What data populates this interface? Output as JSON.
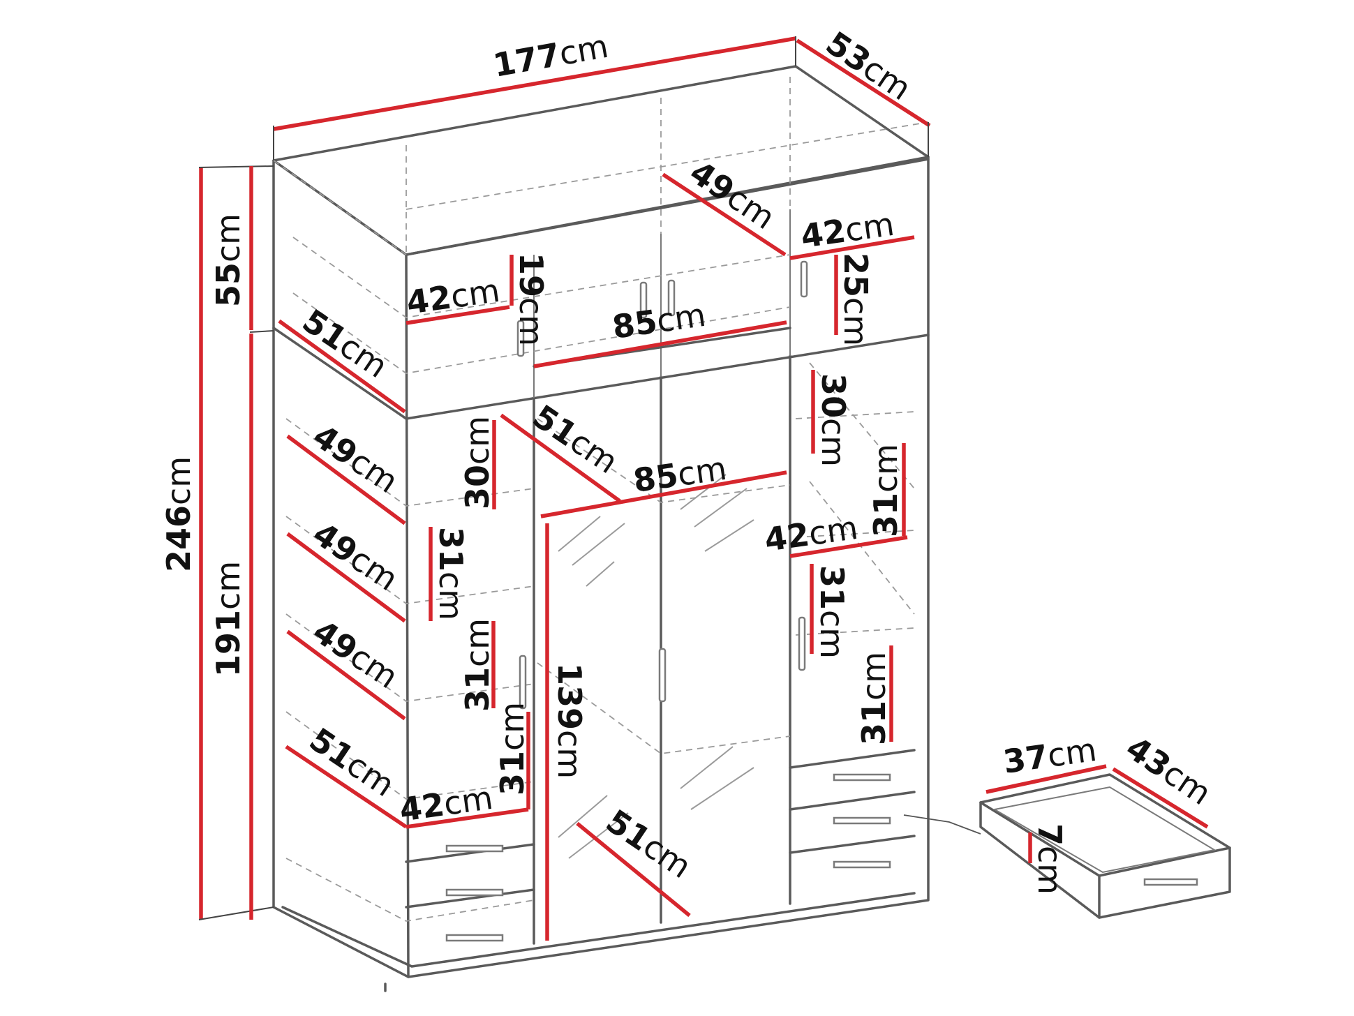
{
  "dimensions": {
    "total_width": {
      "value": "177",
      "unit": "cm"
    },
    "total_depth": {
      "value": "53",
      "unit": "cm"
    },
    "total_height": {
      "value": "246",
      "unit": "cm"
    },
    "top_height": {
      "value": "55",
      "unit": "cm"
    },
    "bottom_height": {
      "value": "191",
      "unit": "cm"
    },
    "top_inner_depth": {
      "value": "49",
      "unit": "cm"
    },
    "top_right_width": {
      "value": "42",
      "unit": "cm"
    },
    "top_right_height": {
      "value": "25",
      "unit": "cm"
    },
    "top_left_width": {
      "value": "42",
      "unit": "cm"
    },
    "top_left_height": {
      "value": "19",
      "unit": "cm"
    },
    "top_mid_width": {
      "value": "85",
      "unit": "cm"
    },
    "top_depth_left": {
      "value": "51",
      "unit": "cm"
    },
    "shelf_depth_1": {
      "value": "49",
      "unit": "cm"
    },
    "shelf_depth_2": {
      "value": "49",
      "unit": "cm"
    },
    "shelf_depth_3": {
      "value": "49",
      "unit": "cm"
    },
    "shelf_depth_4": {
      "value": "51",
      "unit": "cm"
    },
    "left_gap_1": {
      "value": "30",
      "unit": "cm"
    },
    "left_gap_2": {
      "value": "31",
      "unit": "cm"
    },
    "left_gap_3": {
      "value": "31",
      "unit": "cm"
    },
    "left_gap_4": {
      "value": "31",
      "unit": "cm"
    },
    "left_width": {
      "value": "42",
      "unit": "cm"
    },
    "mid_depth": {
      "value": "51",
      "unit": "cm"
    },
    "mid_width": {
      "value": "85",
      "unit": "cm"
    },
    "mid_height": {
      "value": "139",
      "unit": "cm"
    },
    "mid_bottom_depth": {
      "value": "51",
      "unit": "cm"
    },
    "right_gap_1": {
      "value": "30",
      "unit": "cm"
    },
    "right_gap_2": {
      "value": "31",
      "unit": "cm"
    },
    "right_width": {
      "value": "42",
      "unit": "cm"
    },
    "right_gap_3": {
      "value": "31",
      "unit": "cm"
    },
    "right_gap_4": {
      "value": "31",
      "unit": "cm"
    },
    "drawer_width": {
      "value": "37",
      "unit": "cm"
    },
    "drawer_depth": {
      "value": "43",
      "unit": "cm"
    },
    "drawer_height": {
      "value": "7",
      "unit": "cm"
    }
  },
  "colors": {
    "dimension_line": "#d6262d",
    "outline": "#5a5a5a",
    "hidden_line": "#9a9a9a"
  }
}
